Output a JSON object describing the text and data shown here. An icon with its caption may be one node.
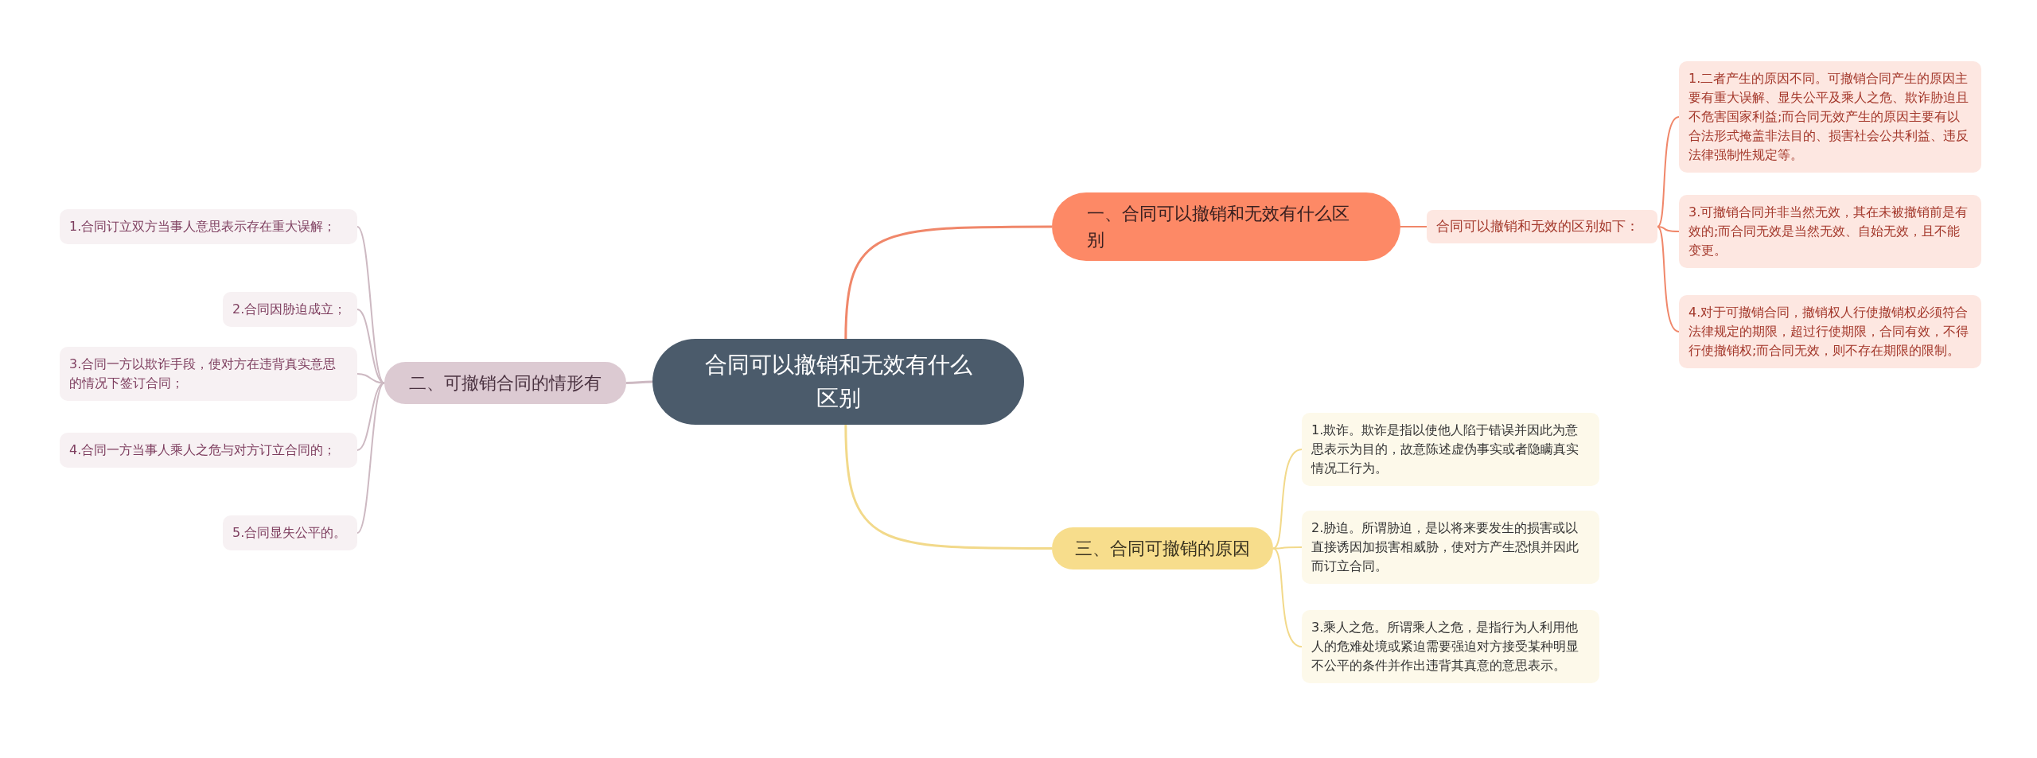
{
  "diagram": {
    "nodes": [
      {
        "text": [
          "合同可以撤销和无效有什么区别"
        ]
      },
      {
        "text": [
          "一、合同可以撤销和无效有什么区别"
        ]
      },
      {
        "text": [
          "合同可以撤销和无效的区别如下："
        ]
      },
      {
        "text": [
          "1.二者产生的原因不同。可撤销合同产生的原因主要有重大误解、显失公平及乘人之危、欺诈胁迫且不危害国家利益;而合同无效产生的原因主要有以合法形式掩盖非法目的、损害社会公共利益、违反法律强制性规定等。"
        ]
      },
      {
        "text": [
          "3.可撤销合同并非当然无效，其在未被撤销前是有效的;而合同无效是当然无效、自始无效，且不能变更。"
        ]
      },
      {
        "text": [
          "4.对于可撤销合同，撤销权人行使撤销权必须符合法律规定的期限，超过行使期限，合同有效，不得行使撤销权;而合同无效，则不存在期限的限制。"
        ]
      },
      {
        "text": [
          "二、可撤销合同的情形有"
        ]
      },
      {
        "text": [
          "1.合同订立双方当事人意思表示存在重大误解；"
        ]
      },
      {
        "text": [
          "2.合同因胁迫成立；"
        ]
      },
      {
        "text": [
          "3.合同一方以欺诈手段，使对方在违背真实意思的情况下签订合同；"
        ]
      },
      {
        "text": [
          "4.合同一方当事人乘人之危与对方订立合同的；"
        ]
      },
      {
        "text": [
          "5.合同显失公平的。"
        ]
      },
      {
        "text": [
          "三、合同可撤销的原因"
        ]
      },
      {
        "text": [
          "1.欺诈。欺诈是指以使他人陷于错误并因此为意思表示为目的，故意陈述虚伪事实或者隐瞒真实情况工行为。"
        ]
      },
      {
        "text": [
          "2.胁迫。所谓胁迫，是以将来要发生的损害或以直接诱因加损害相威胁，使对方产生恐惧并因此而订立合同。"
        ]
      },
      {
        "text": [
          "3.乘人之危。所谓乘人之危，是指行为人利用他人的危难处境或紧迫需要强迫对方接受某种明显不公平的条件并作出违背其真意的意思表示。"
        ]
      }
    ],
    "edges": [
      {
        "from": 0,
        "to": 1,
        "arrow": "none",
        "color": "#f0876a"
      },
      {
        "from": 1,
        "to": 2,
        "arrow": "none",
        "color": "#f0876a"
      },
      {
        "from": 2,
        "to": 3,
        "arrow": "none",
        "color": "#f0876a"
      },
      {
        "from": 2,
        "to": 4,
        "arrow": "none",
        "color": "#f0876a"
      },
      {
        "from": 2,
        "to": 5,
        "arrow": "none",
        "color": "#f0876a"
      },
      {
        "from": 0,
        "to": 6,
        "arrow": "none",
        "color": "#cdb9c2"
      },
      {
        "from": 6,
        "to": 7,
        "arrow": "none",
        "color": "#cdb9c2"
      },
      {
        "from": 6,
        "to": 8,
        "arrow": "none",
        "color": "#cdb9c2"
      },
      {
        "from": 6,
        "to": 9,
        "arrow": "none",
        "color": "#cdb9c2"
      },
      {
        "from": 6,
        "to": 10,
        "arrow": "none",
        "color": "#cdb9c2"
      },
      {
        "from": 6,
        "to": 11,
        "arrow": "none",
        "color": "#cdb9c2"
      },
      {
        "from": 0,
        "to": 12,
        "arrow": "none",
        "color": "#f2d98a"
      },
      {
        "from": 12,
        "to": 13,
        "arrow": "none",
        "color": "#f2d98a"
      },
      {
        "from": 12,
        "to": 14,
        "arrow": "none",
        "color": "#f2d98a"
      },
      {
        "from": 12,
        "to": 15,
        "arrow": "none",
        "color": "#f2d98a"
      }
    ]
  }
}
